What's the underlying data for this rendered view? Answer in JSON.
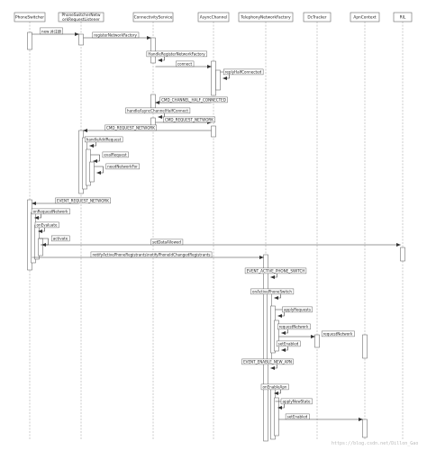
{
  "participants": [
    {
      "id": "phoneswitcher",
      "label": [
        "PhoneSwitcher"
      ]
    },
    {
      "id": "phoneswitcher-netreq",
      "label": [
        "PhoneSwitcherNetw",
        "orkRequestListener"
      ]
    },
    {
      "id": "connectivityservice",
      "label": [
        "ConnectivityService"
      ]
    },
    {
      "id": "asyncchannel",
      "label": [
        "AsyncChannel"
      ]
    },
    {
      "id": "telephonynetworkfactory",
      "label": [
        "TelephonyNetworkFactory"
      ]
    },
    {
      "id": "dctracker",
      "label": [
        "DcTracker"
      ]
    },
    {
      "id": "apncontext",
      "label": [
        "ApnContext"
      ]
    },
    {
      "id": "ril",
      "label": [
        "RIL"
      ]
    }
  ],
  "messages": [
    {
      "label": "new 并注册"
    },
    {
      "label": "registerNetworkFactory"
    },
    {
      "label": "HandleRegisterNetworkFactory"
    },
    {
      "label": "connect"
    },
    {
      "label": "replyHalfConnected"
    },
    {
      "label": "CMD_CHANNEL_HALF_CONNECTED"
    },
    {
      "label": "handleAsyncChannelHalfConnect"
    },
    {
      "label": "CMD_REQUEST_NETWORK"
    },
    {
      "label": "CMD_REQUEST_NETWORK"
    },
    {
      "label": "handleAddRequest"
    },
    {
      "label": "evalRequest"
    },
    {
      "label": "needNetworkFor"
    },
    {
      "label": "EVENT_REQUEST_NETWORK"
    },
    {
      "label": "onRequestNetwork"
    },
    {
      "label": "onEvaluate"
    },
    {
      "label": "activate"
    },
    {
      "label": "setDataAllowed"
    },
    {
      "label": "notifyActivePhoneRegistrants\\notifyPhoneIdChangedRegistrants"
    },
    {
      "label": "EVENT_ACTIVE_PHONE_SWITCH"
    },
    {
      "label": "onActivePhoneSwitch"
    },
    {
      "label": "applyRequests"
    },
    {
      "label": "requestNetwork"
    },
    {
      "label": "requestNetwork"
    },
    {
      "label": "setEnabled"
    },
    {
      "label": "EVENT_ENABLE_NEW_APN"
    },
    {
      "label": "onEnableApn"
    },
    {
      "label": "applyNewState"
    },
    {
      "label": "setEnabled"
    }
  ],
  "watermark": "https://blog.csdn.net/Dillon_Gao"
}
